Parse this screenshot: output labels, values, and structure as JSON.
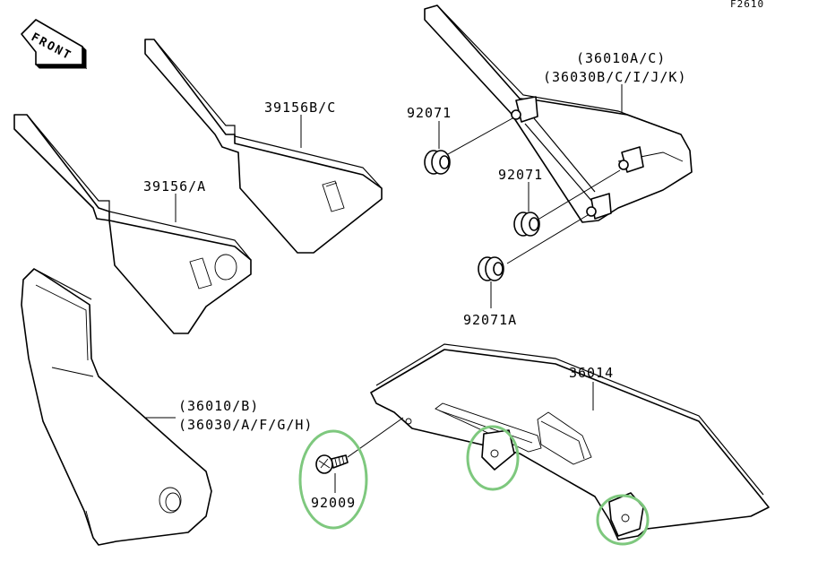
{
  "diagram": {
    "figure_code": "F2610",
    "front_label": "FRONT",
    "labels": {
      "p39156bc": "39156B/C",
      "p39156a": "39156/A",
      "p36010ac": "(36010A/C)",
      "p36030b": "(36030B/C/I/J/K)",
      "p92071_top": "92071",
      "p92071_mid": "92071",
      "p92071a": "92071A",
      "p36010b": "(36010/B)",
      "p36030a": "(36030/A/F/G/H)",
      "p36014": "36014",
      "p92009": "92009"
    },
    "colors": {
      "line": "#000000",
      "highlight": "#7ec87e",
      "background": "#ffffff"
    }
  }
}
